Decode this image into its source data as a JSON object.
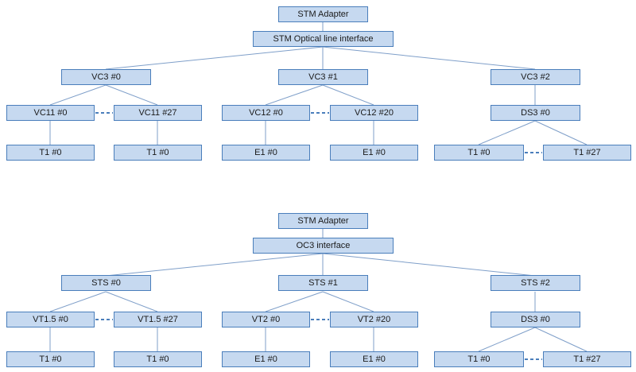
{
  "colors": {
    "box_fill": "#c6d9f0",
    "box_border": "#4a7ebb",
    "line": "#7f9fc9",
    "dash": "#4a7ebb",
    "text": "#1a1a1a"
  },
  "sdh": {
    "adapter": "STM Adapter",
    "interface": "STM Optical line interface",
    "vc3_0": "VC3 #0",
    "vc3_1": "VC3 #1",
    "vc3_2": "VC3 #2",
    "vc11_0": "VC11 #0",
    "vc11_27": "VC11 #27",
    "vc12_0": "VC12 #0",
    "vc12_20": "VC12 #20",
    "ds3_0": "DS3 #0",
    "t1_a": "T1 #0",
    "t1_b": "T1 #0",
    "e1_a": "E1 #0",
    "e1_b": "E1 #0",
    "t1_c": "T1 #0",
    "t1_27": "T1 #27"
  },
  "sonet": {
    "adapter": "STM Adapter",
    "interface": "OC3 interface",
    "sts_0": "STS #0",
    "sts_1": "STS #1",
    "sts_2": "STS #2",
    "vt15_0": "VT1.5 #0",
    "vt15_27": "VT1.5 #27",
    "vt2_0": "VT2 #0",
    "vt2_20": "VT2 #20",
    "ds3_0": "DS3 #0",
    "t1_a": "T1 #0",
    "t1_b": "T1 #0",
    "e1_a": "E1 #0",
    "e1_b": "E1 #0",
    "t1_c": "T1 #0",
    "t1_27": "T1 #27"
  }
}
